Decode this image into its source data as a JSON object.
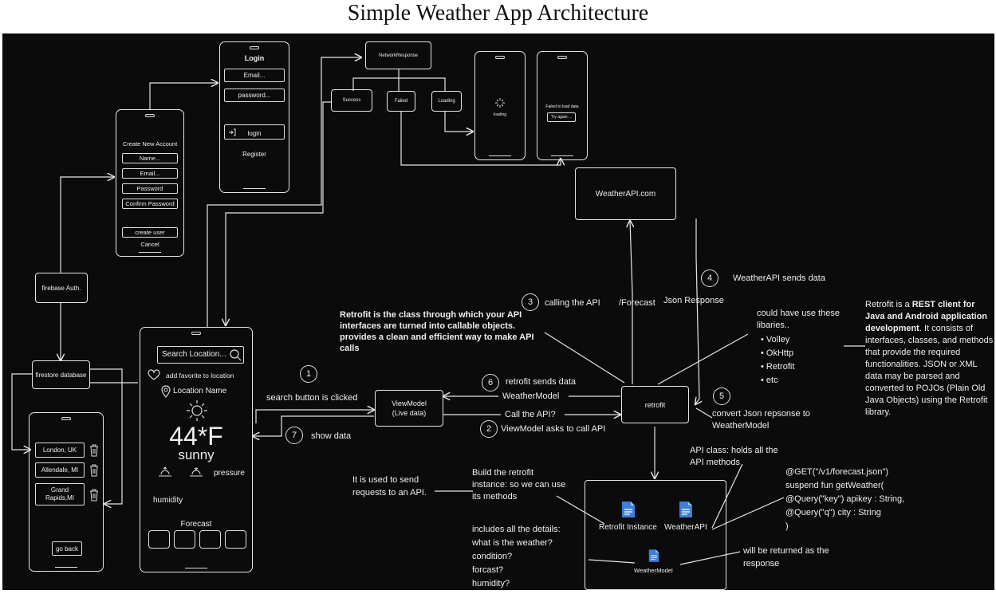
{
  "title": "Simple Weather App Architecture",
  "login_screen": {
    "title": "Login",
    "email": "Email...",
    "password": "password...",
    "login": "login",
    "register": "Register"
  },
  "create_account": {
    "title": "Create New Account",
    "fields": [
      "Name...",
      "Email...",
      "Password",
      "Confirm Password"
    ],
    "create_button": "create user",
    "cancel": "Cancel"
  },
  "network": {
    "response": "NetworkResponse",
    "success": "Success",
    "failed": "Failed",
    "loading": "Loading"
  },
  "loading_screen": {
    "text": "loading"
  },
  "failed_screen": {
    "text": "Failed to load data",
    "retry": "Try again ..."
  },
  "weatherapi_box": "WeatherAPI.com",
  "firebase_auth": "firebase Auth.",
  "firestore": "firestore database",
  "favorites_screen": {
    "locations": [
      "London, UK",
      "Allendale, MI",
      "Grand Rapids,MI"
    ],
    "back_button": "go back"
  },
  "main_screen": {
    "search_placeholder": "Search Location...",
    "favorite": "add favorite to location",
    "location": "Location Name",
    "temperature": "44*F",
    "condition": "sunny",
    "pressure": "pressure",
    "humidity": "humidity",
    "forecast": "Forecast"
  },
  "viewmodel_box": "ViewModel (Live data)",
  "retrofit_box": "retrofit",
  "steps": [
    {
      "num": "1",
      "text": "search button is clicked"
    },
    {
      "num": "2",
      "text": "ViewModel asks to call API"
    },
    {
      "num": "3",
      "text": "calling the API"
    },
    {
      "num": "4",
      "text": "WeatherAPI sends data"
    },
    {
      "num": "5",
      "text": "convert Json repsonse to WeatherModel"
    },
    {
      "num": "6",
      "text": "retrofit sends data"
    },
    {
      "num": "7",
      "text": "show data"
    }
  ],
  "edge_labels": {
    "forecast": "/Forecast",
    "json_response": "Json Response",
    "weather_model": "WeatherModel",
    "call_api": "Call the API?"
  },
  "retrofit_class_note": "Retrofit is the class through which your API interfaces are turned into callable objects. provides a clean and efficient way to make API calls",
  "libraries_note": {
    "title": "could have use these libaries..",
    "items": [
      "Volley",
      "OkHttp",
      "Retrofit",
      "etc"
    ]
  },
  "retrofit_description": {
    "before": "Retrofit is a ",
    "bold1": "REST client for Java and Android application development",
    "after": ". It consists of interfaces, classes, and methods that provide the required functionalities. JSON or XML data may be parsed and converted to POJOs (Plain Old Java Objects) using the Retrofit library."
  },
  "api_class_note": "API class: holds all the API methods",
  "api_code": [
    "@GET(\"/v1/forecast.json\")",
    "suspend fun getWeather(",
    "@Query(\"key\") apikey : String,",
    "@Query(\"q\") city : String",
    ")"
  ],
  "send_requests_note": "It is used to send requests to an API.",
  "build_note": "Build the retrofit instance: so we can use its methods",
  "details_note": [
    "includes all the details:",
    "what is the weather?",
    "condition?",
    "forcast?",
    "humidity?"
  ],
  "returned_note": "will be returned as the response",
  "files": {
    "retrofit_instance": "Retrofit Instance",
    "weather_api": "WeatherAPI",
    "weather_model": "WeatherModel"
  },
  "colors": {
    "board": "#0b0b0b",
    "stroke": "#e6e6e6",
    "doc_icon": "#3d7fd9"
  },
  "icons": [
    "search-icon",
    "heart-icon",
    "location-pin-icon",
    "sun-icon",
    "sunrise-icon",
    "sunset-icon",
    "trash-icon",
    "login-arrow-icon",
    "spinner-icon",
    "document-icon"
  ]
}
